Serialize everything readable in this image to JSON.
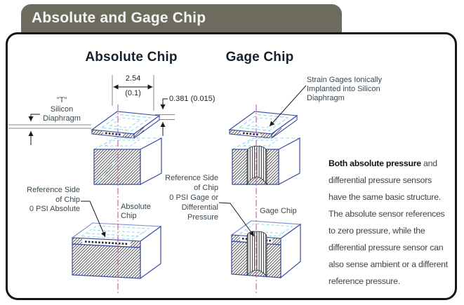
{
  "banner": {
    "title": "Absolute and Gage Chip"
  },
  "headings": {
    "absolute": "Absolute Chip",
    "gage": "Gage Chip"
  },
  "dimensions": {
    "width_mm": "2.54",
    "width_in": "(0.1)",
    "thickness": "0.381 (0.015)"
  },
  "labels": {
    "t_diaphragm": [
      "\"T\"",
      "Silicon",
      "Diaphragm"
    ],
    "strain_gages": [
      "Strain Gages Ionically",
      "Implanted into Silicon",
      "Diaphragm"
    ],
    "abs_reference": [
      "Reference Side",
      "of Chip",
      "0 PSI Absolute"
    ],
    "abs_chip": [
      "Absolute",
      "Chip"
    ],
    "gage_reference": [
      "Reference Side",
      "of Chip",
      "0 PSI Gage or",
      "Differential",
      "Pressure"
    ],
    "gage_chip": "Gage Chip"
  },
  "paragraph": {
    "intro_bold": "Both absolute pressure",
    "lines": [
      " and",
      "differential pressure sensors",
      "have the same basic structure.",
      "The absolute sensor references",
      "to zero pressure, while the",
      "differential pressure sensor can",
      "also sense ambient or a different",
      "reference pressure."
    ]
  },
  "colors": {
    "banner_olive": "#6c6b5d",
    "outline_blue": "#3a49a2",
    "hidden_cyan": "#8edbe9",
    "centerline_magenta": "#c45ba4"
  }
}
